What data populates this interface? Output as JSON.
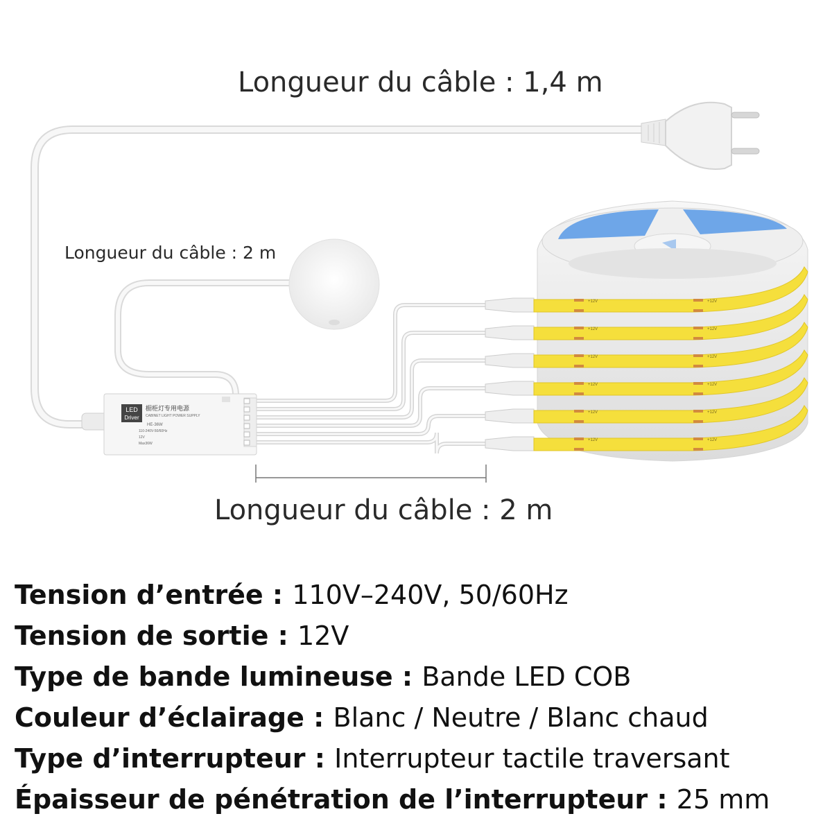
{
  "labels": {
    "top_cable": "Longueur du câble : 1,4 m",
    "sensor_cable": "Longueur du câble : 2 m",
    "bottom_cable": "Longueur du câble : 2 m"
  },
  "driver": {
    "badge_line1": "LED",
    "badge_line2": "Driver",
    "title": "橱柜灯专用电源",
    "subtitle": "CABINET LIGHT POWER SUPPLY",
    "model": "HE-36W",
    "input": "110-240V-50/60Hz",
    "output": "12V",
    "power": "Max36W"
  },
  "strip_marking": "+12V",
  "specs": [
    {
      "key": "Tension d’entrée : ",
      "value": "110V–240V, 50/60Hz"
    },
    {
      "key": "Tension de sortie : ",
      "value": "12V"
    },
    {
      "key": "Type de bande lumineuse : ",
      "value": "Bande LED COB"
    },
    {
      "key": "Couleur d’éclairage : ",
      "value": "Blanc / Neutre / Blanc chaud"
    },
    {
      "key": "Type d’interrupteur : ",
      "value": "Interrupteur tactile traversant"
    },
    {
      "key": "Épaisseur de pénétration de l’interrupteur : ",
      "value": "25 mm"
    }
  ],
  "colors": {
    "strip_yellow": "#f5df3c",
    "reel_blue": "#6ea6e8",
    "cable_white": "#eeeeee"
  }
}
